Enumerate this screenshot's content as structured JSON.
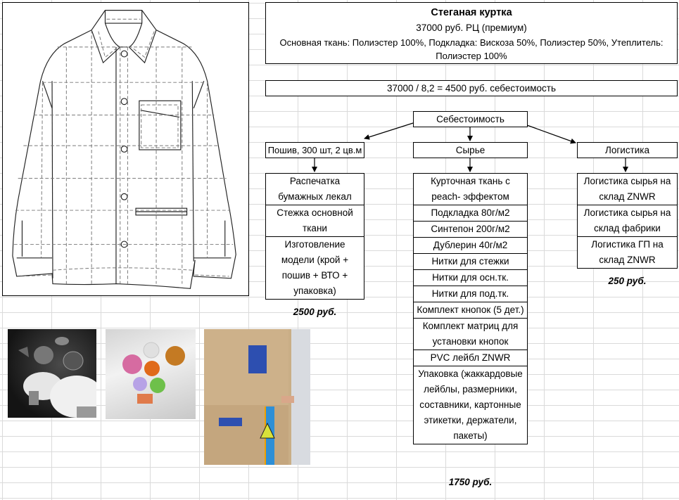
{
  "header": {
    "title": "Стеганая куртка",
    "price": "37000 руб. РЦ (премиум)",
    "composition": "Основная ткань: Полиэстер 100%, Подкладка: Вискоза 50%, Полиэстер 50%, Утеплитель: Полиэстер 100%"
  },
  "formula": "37000 / 8,2 = 4500 руб. себестоимость",
  "root": "Себестоимость",
  "branches": {
    "sewing": {
      "label": "Пошив, 300 шт, 2 цв.м",
      "items": [
        "Распечатка бумажных лекал",
        "Стежка основной ткани",
        "Изготовление модели (крой + пошив + ВТО + упаковка)"
      ],
      "total": "2500 руб."
    },
    "materials": {
      "label": "Сырье",
      "items": [
        "Курточная ткань с peach- эффектом",
        "Подкладка 80г/м2",
        "Синтепон 200г/м2",
        "Дублерин 40г/м2",
        "Нитки для стежки",
        "Нитки для осн.тк.",
        "Нитки для под.тк.",
        "Комплект кнопок (5 дет.)",
        "Комплект матриц для установки кнопок",
        "PVC лейбл ZNWR",
        "Упаковка (жаккардовые лейблы, размерники, составники, картонные этикетки, держатели, пакеты)"
      ],
      "total": "1750 руб."
    },
    "logistics": {
      "label": "Логистика",
      "items": [
        "Логистика сырья на склад ZNWR",
        "Логистика сырья на склад фабрики",
        "Логистика ГП на склад ZNWR"
      ],
      "total": "250 руб."
    }
  },
  "images": {
    "sketch": "quilted-jacket-technical-sketch",
    "photo1": "metal-buttons-photo",
    "photo2": "colored-buttons-photo",
    "photo3": "labels-on-garment-photo"
  },
  "colors": {
    "border": "#000000",
    "gridline": "#dadada",
    "beige": "#c9ae86",
    "label_blue": "#2d4fb0",
    "tag_yellow": "#d8e23a"
  }
}
